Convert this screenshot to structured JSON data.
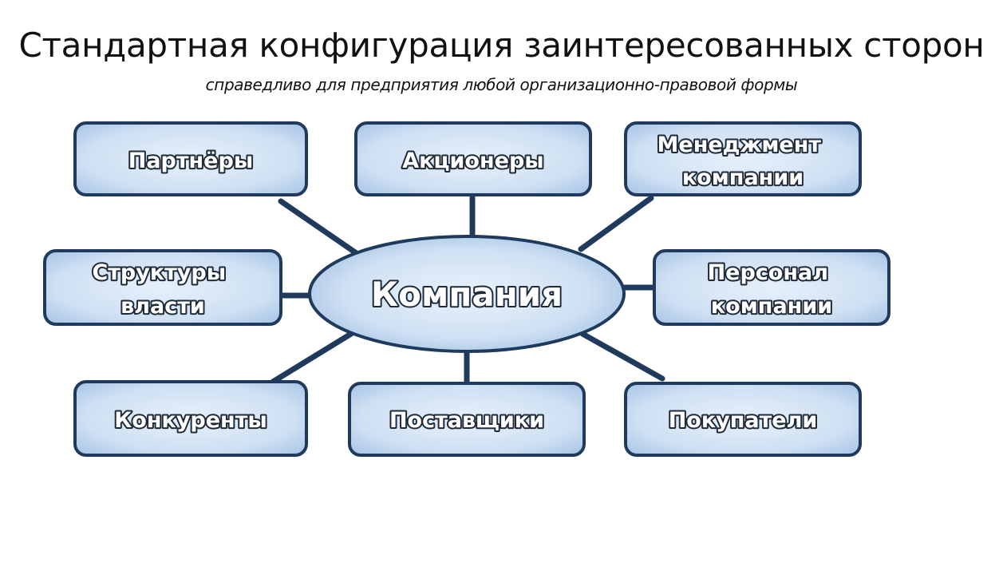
{
  "header": {
    "title": "Стандартная конфигурация заинтересованных сторон",
    "subtitle": "справедливо для предприятия любой организационно-правовой формы"
  },
  "center": {
    "label": "Компания"
  },
  "nodes": {
    "partners": [
      "Партнёры"
    ],
    "shareholders": [
      "Акционеры"
    ],
    "management": [
      "Менеджмент",
      "компании"
    ],
    "authorities": [
      "Структуры",
      "власти"
    ],
    "personnel": [
      "Персонал",
      "компании"
    ],
    "competitors": [
      "Конкуренты"
    ],
    "suppliers": [
      "Поставщики"
    ],
    "customers": [
      "Покупатели"
    ]
  },
  "colors": {
    "box_fill_light": "#e3eefa",
    "box_fill_dark": "#a9c6e6",
    "box_border": "#1f3a5c",
    "connector": "#1f3a5c"
  }
}
